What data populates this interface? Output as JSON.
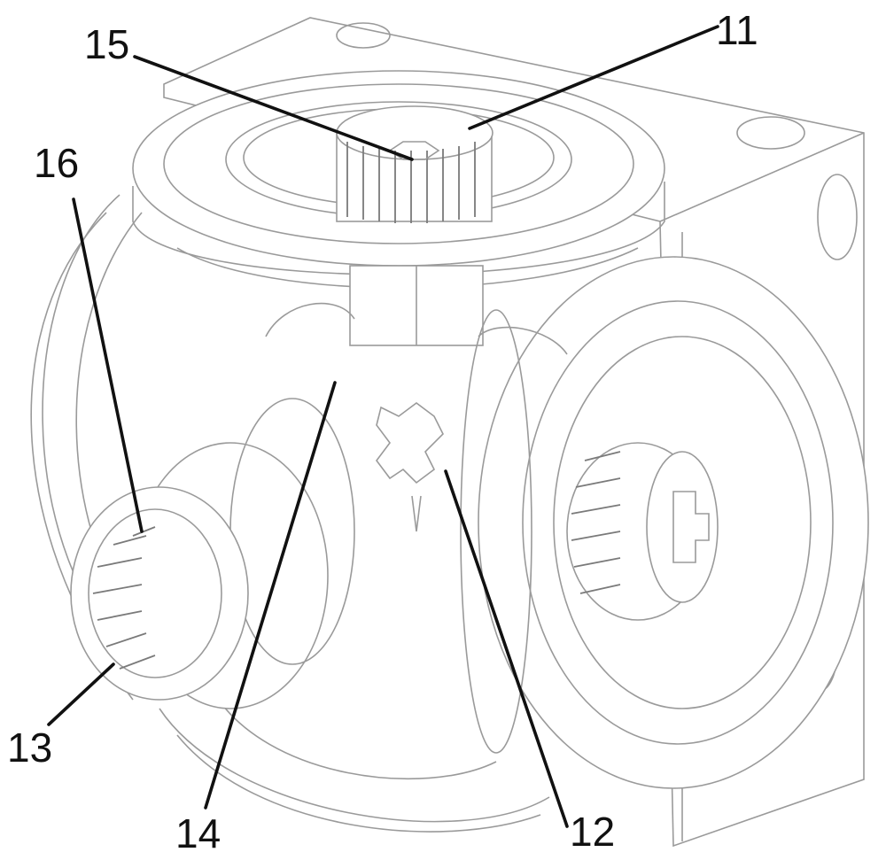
{
  "figure": {
    "subject": "Gear transmission assembly (perspective line drawing)",
    "reference_labels": [
      {
        "id": "label-11",
        "text": "11",
        "points_to": "top output flange"
      },
      {
        "id": "label-12",
        "text": "12",
        "points_to": "bevel gear"
      },
      {
        "id": "label-13",
        "text": "13",
        "points_to": "left output sleeve"
      },
      {
        "id": "label-14",
        "text": "14",
        "points_to": "central bevel gear"
      },
      {
        "id": "label-15",
        "text": "15",
        "points_to": "top splined shaft"
      },
      {
        "id": "label-16",
        "text": "16",
        "points_to": "internal spline"
      }
    ]
  }
}
